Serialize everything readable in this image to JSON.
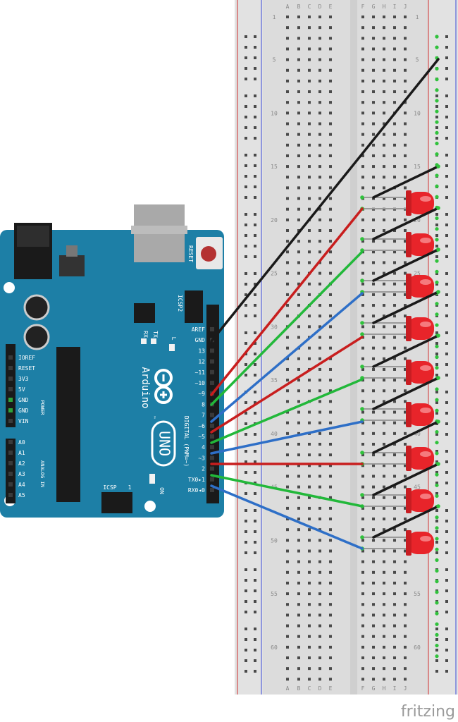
{
  "breadboard": {
    "columns_left": [
      "A",
      "B",
      "C",
      "D",
      "E"
    ],
    "columns_right": [
      "F",
      "G",
      "H",
      "I",
      "J"
    ],
    "row_labels": [
      "1",
      "5",
      "10",
      "15",
      "20",
      "25",
      "30",
      "35",
      "40",
      "45",
      "50",
      "55",
      "60"
    ]
  },
  "arduino": {
    "reset_label": "RESET",
    "icsp2_label": "ICSP2",
    "icsp_label": "ICSP",
    "icsp_one": "1",
    "tx_label": "TX",
    "rx_label": "RX",
    "l_label": "L",
    "on_label": "ON",
    "brand": "Arduino",
    "tm": "™",
    "model": "UNO",
    "digital_label": "DIGITAL (PWM=~)",
    "power_label": "POWER",
    "analog_label": "ANALOG IN",
    "digital_pins": [
      "AREF",
      "GND",
      "13",
      "12",
      "~11",
      "~10",
      "~9",
      "8",
      "7",
      "~6",
      "~5",
      "4",
      "~3",
      "2",
      "TX0▸1",
      "RX0◂0"
    ],
    "power_pins": [
      "IOREF",
      "RESET",
      "3V3",
      "5V",
      "GND",
      "GND",
      "VIN"
    ],
    "analog_pins": [
      "A0",
      "A1",
      "A2",
      "A3",
      "A4",
      "A5"
    ]
  },
  "colors": {
    "board": "#1d7fa6",
    "wire_black": "#1a1a1a",
    "wire_red": "#c81e1e",
    "wire_green": "#22b83a",
    "wire_blue": "#2e6fc7",
    "led": "#e8242a"
  },
  "footer": {
    "logo": "fritzing"
  }
}
